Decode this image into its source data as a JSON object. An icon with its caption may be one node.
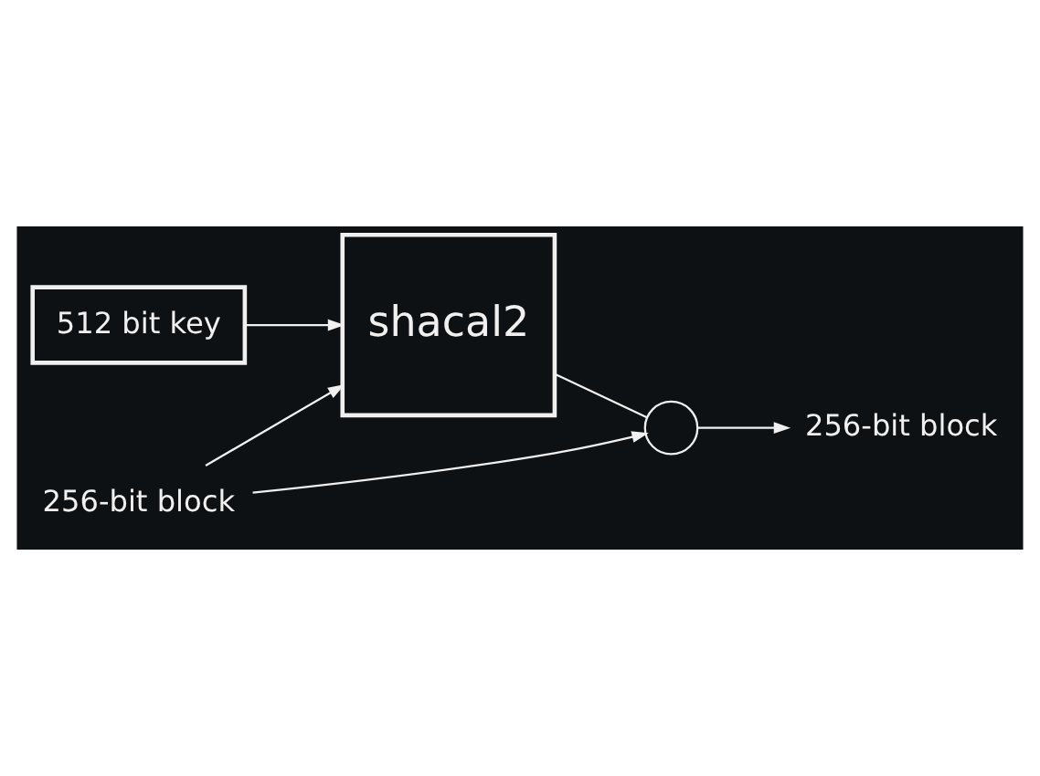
{
  "diagram": {
    "nodes": [
      {
        "text": [
          "512 bit key"
        ]
      },
      {
        "text": [
          "shacal2"
        ]
      },
      {
        "text": [
          "256-bit block"
        ]
      },
      {
        "text": [],
        "shape": "circle"
      },
      {
        "text": [
          "256-bit block"
        ]
      }
    ],
    "edges": [
      {
        "from": 0,
        "to": 1,
        "arrow": "to"
      },
      {
        "from": 2,
        "to": 1,
        "arrow": "to"
      },
      {
        "from": 2,
        "to": 3,
        "arrow": "to"
      },
      {
        "from": 1,
        "to": 3,
        "arrow": "none"
      },
      {
        "from": 3,
        "to": 4,
        "arrow": "to"
      }
    ]
  }
}
